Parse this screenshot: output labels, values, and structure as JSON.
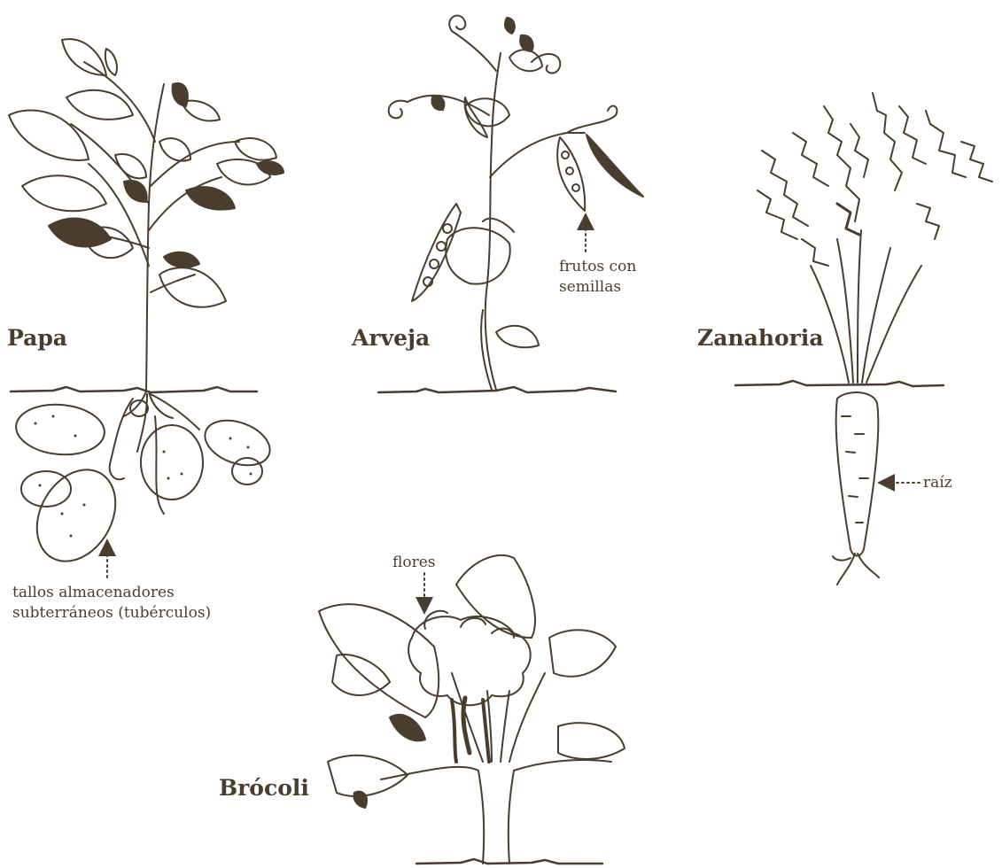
{
  "plants": {
    "papa": {
      "name": "Papa",
      "note": [
        "tallos almacenadores",
        "subterráneos (tubérculos)"
      ]
    },
    "arveja": {
      "name": "Arveja",
      "note": [
        "frutos con",
        "semillas"
      ]
    },
    "zanahoria": {
      "name": "Zanahoria",
      "note": [
        "raíz"
      ]
    },
    "brocoli": {
      "name": "Brócoli",
      "note": [
        "flores"
      ]
    }
  },
  "colors": {
    "ink": "#4a3d2e",
    "background": "#ffffff"
  }
}
